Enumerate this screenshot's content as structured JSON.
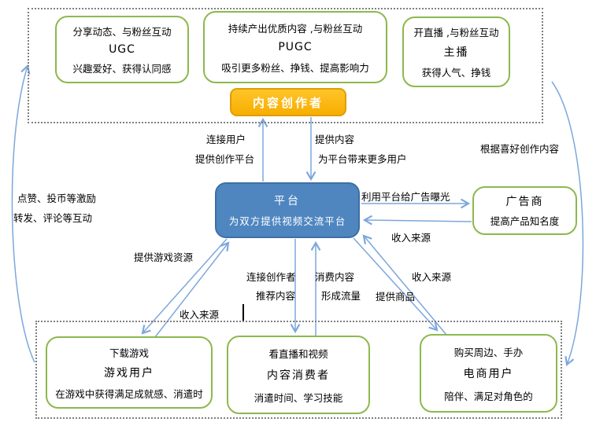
{
  "colors": {
    "green_border": "#8DB84E",
    "blue_fill": "#4f86c0",
    "orange_fill": "#f7ae00",
    "arrow_blue": "#7DA7DC",
    "dashed_gray": "#7f7f7f"
  },
  "nodes": {
    "ugc": {
      "line1": "分享动态、与粉丝互动",
      "title": "UGC",
      "line3": "兴趣爱好、获得认同感"
    },
    "pugc": {
      "line1": "持续产出优质内容 ,与粉丝互动",
      "title": "PUGC",
      "line3": "吸引更多粉丝、挣钱、提高影响力"
    },
    "anchor": {
      "line1": "开直播 ,与粉丝互动",
      "title": "主播",
      "line3": "获得人气、挣钱"
    },
    "creator": {
      "title": "内容创作者"
    },
    "platform": {
      "title": "平台",
      "subtitle": "为双方提供视频交流平台"
    },
    "advertiser": {
      "title": "广告商",
      "line3": "提高产品知名度"
    },
    "game_user": {
      "line1": "下载游戏",
      "title": "游戏用户",
      "line3": "在游戏中获得满足成就感、消遣时"
    },
    "consumer": {
      "line1": "看直播和视频",
      "title": "内容消费者",
      "line3": "消遣时间、学习技能"
    },
    "ecommerce_user": {
      "line1": "购买周边、手办",
      "title": "电商用户",
      "line3": "陪伴、满足对角色的"
    }
  },
  "edge_labels": {
    "connect_users": "连接用户",
    "provide_creation_platform": "提供创作平台",
    "provide_content": "提供内容",
    "bring_more_users": "为平台带来更多用户",
    "create_by_preference": "根据喜好创作内容",
    "likes_coins": "点赞、投币等激励",
    "repost_comments": "转发、评论等互动",
    "ad_exposure": "利用平台给广告曝光",
    "income_from_ads": "收入来源",
    "provide_game_resources": "提供游戏资源",
    "income_from_games": "收入来源",
    "connect_creators": "连接创作者",
    "recommend_content": "推荐内容",
    "consume_content": "消费内容",
    "form_traffic": "形成流量",
    "provide_goods": "提供商品",
    "income_from_ecommerce": "收入来源"
  }
}
